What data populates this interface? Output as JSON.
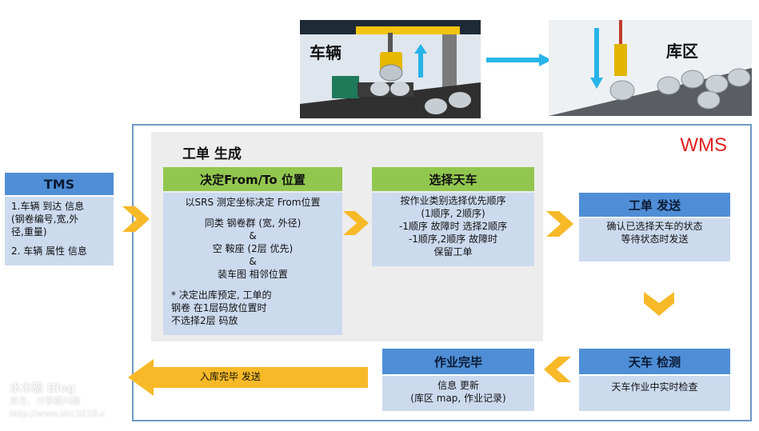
{
  "top": {
    "vehicle_label": "车辆",
    "storage_label": "库区"
  },
  "wms_label": "WMS",
  "panel_title": "工单 生成",
  "tms": {
    "title": "TMS",
    "lines": [
      "1.车辆 到达 信息",
      "(钢卷编号,宽,外",
      "径,重量)",
      "",
      "2. 车辆 属性 信息"
    ]
  },
  "decide": {
    "title": "决定From/To 位置",
    "lines": [
      "以SRS 测定坐标决定 From位置",
      "",
      "同类 钢卷群 (宽, 外径)",
      "&",
      "空 鞍座 (2层 优先)",
      "&",
      "装车图 相邻位置",
      "",
      "* 决定出库预定, 工单的",
      "钢卷 在1层码放位置时",
      "不选择2层 码放"
    ]
  },
  "select": {
    "title": "选择天车",
    "lines": [
      "按作业类别选择优先顺序",
      "(1顺序, 2顺序)",
      "-1顺序 故障时 选择2顺序",
      "-1顺序,2顺序 故障时",
      "保留工单"
    ]
  },
  "send": {
    "title": "工单 发送",
    "lines": [
      "确认已选择天车的状态",
      "等待状态时发送"
    ]
  },
  "detect": {
    "title": "天车 检测",
    "lines": [
      "天车作业中实时检查"
    ]
  },
  "done": {
    "title": "作业完毕",
    "lines": [
      "信息 更新",
      "(库区 map, 作业记录)"
    ]
  },
  "bottom_arrow_label": "入库完毕 发送",
  "watermark": {
    "line1": "水木恕 Blog",
    "line2": "关注、分享感兴趣",
    "line3": "http://www.shc3210.c"
  },
  "colors": {
    "accent_yellow": "#f7b927",
    "green_header": "#92c74f",
    "blue_header": "#4f8ed6",
    "body_fill": "#ccdaee",
    "wms_red": "#e02020",
    "cyan_arrow": "#27b4e8"
  }
}
